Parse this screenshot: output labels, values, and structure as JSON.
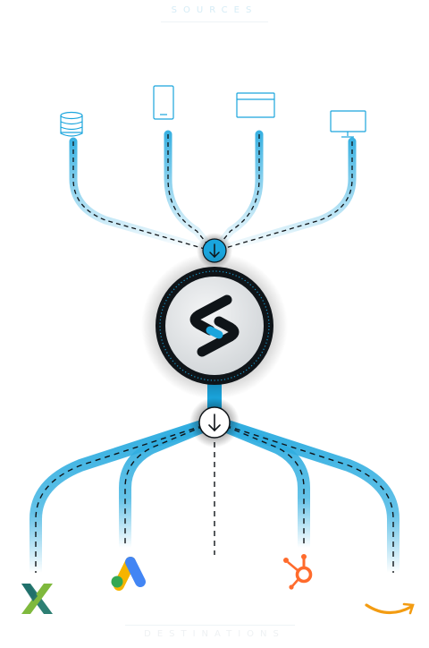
{
  "diagram": {
    "sources_caption": "SOURCES",
    "destinations_caption": "DESTINATIONS",
    "sources": [
      {
        "icon": "database-icon"
      },
      {
        "icon": "mobile-device-icon"
      },
      {
        "icon": "browser-window-icon"
      },
      {
        "icon": "desktop-monitor-icon"
      }
    ],
    "hub": {
      "icon": "segment-style-logo-icon"
    },
    "destinations": [
      {
        "icon": "xandr-logo-icon"
      },
      {
        "icon": "google-ads-logo-icon"
      },
      {
        "icon": "blank-destination"
      },
      {
        "icon": "hubspot-logo-icon"
      },
      {
        "icon": "amazon-logo-icon"
      }
    ]
  },
  "colors": {
    "accent": "#1aa5dd",
    "pipe_light": "#7dd0f2",
    "hub_ring": "#0f1418",
    "hub_face": "#e3e6e8"
  }
}
